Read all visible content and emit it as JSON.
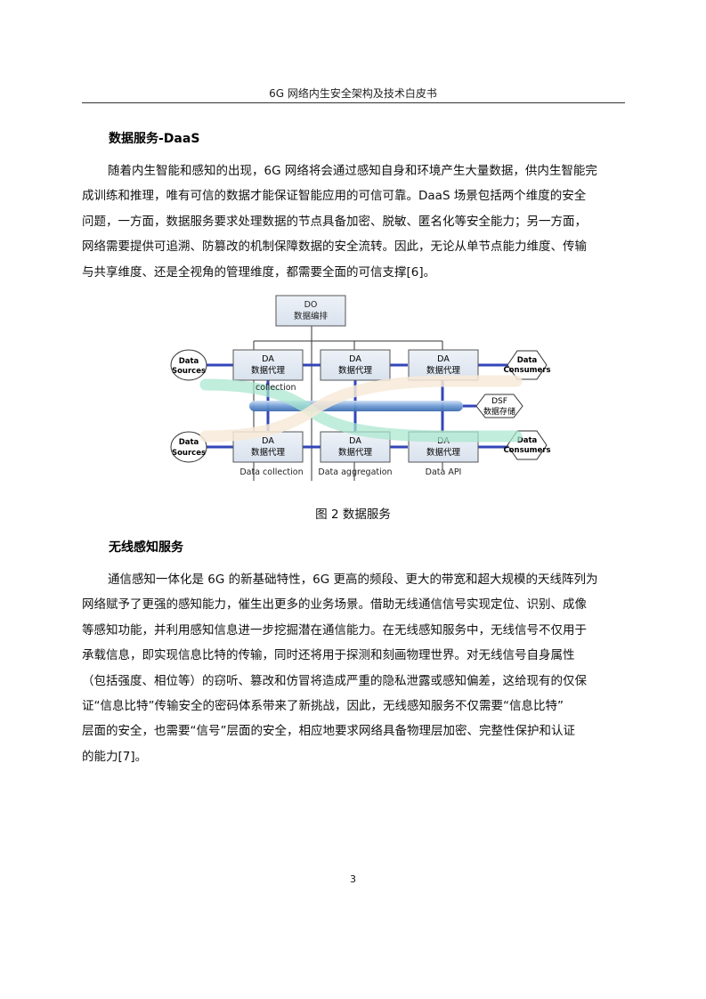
{
  "header": {
    "title": "6G 网络内生安全架构及技术白皮书"
  },
  "section1": {
    "heading": "数据服务-DaaS",
    "lines": [
      "随着内生智能和感知的出现，6G 网络将会通过感知自身和环境产生大量数据，供内生智能完",
      "成训练和推理，唯有可信的数据才能保证智能应用的可信可靠。DaaS 场景包括两个维度的安全",
      "问题，一方面，数据服务要求处理数据的节点具备加密、脱敏、匿名化等安全能力；另一方面，",
      "网络需要提供可追溯、防篡改的机制保障数据的安全流转。因此，无论从单节点能力维度、传输",
      "与共享维度、还是全视角的管理维度，都需要全面的可信支撑[6]。"
    ]
  },
  "figure": {
    "do_box": {
      "line1": "DO",
      "line2": "数据编排"
    },
    "da_line1": "DA",
    "da_line2": "数据代理",
    "sources_label": {
      "line1": "Data",
      "line2": "Sources"
    },
    "consumers_label": {
      "line1": "Data",
      "line2": "Consumers"
    },
    "dsf": {
      "line1": "DSF",
      "line2": "数据存储"
    },
    "col_labels": [
      "Data collection",
      "Data aggregation",
      "Data API"
    ],
    "overlay_label": "collection",
    "caption": "图 2 数据服务"
  },
  "section2": {
    "heading": "无线感知服务",
    "lines": [
      "通信感知一体化是 6G 的新基础特性，6G 更高的频段、更大的带宽和超大规模的天线阵列为",
      "网络赋予了更强的感知能力，催生出更多的业务场景。借助无线通信信号实现定位、识别、成像",
      "等感知功能，并利用感知信息进一步挖掘潜在通信能力。在无线感知服务中，无线信号不仅用于",
      "承载信息，即实现信息比特的传输，同时还将用于探测和刻画物理世界。对无线信号自身属性",
      "（包括强度、相位等）的窃听、篡改和仿冒将造成严重的隐私泄露或感知偏差，这给现有的仅保",
      "证“信息比特”传输安全的密码体系带来了新挑战，因此，无线感知服务不仅需要“信息比特”",
      "层面的安全，也需要“信号”层面的安全，相应地要求网络具备物理层加密、完整性保护和认证",
      "的能力[7]。"
    ]
  },
  "footer": {
    "page_number": "3"
  }
}
